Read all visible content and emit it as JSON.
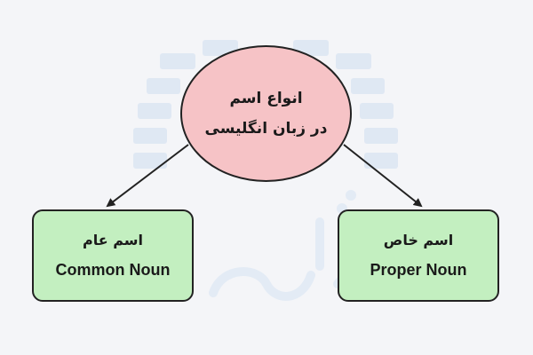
{
  "root": {
    "line1": "انواع اسم",
    "line2": "در زبان انگلیسی"
  },
  "children": [
    {
      "fa": "اسم عام",
      "en": "Common Noun"
    },
    {
      "fa": "اسم خاص",
      "en": "Proper Noun"
    }
  ],
  "colors": {
    "background": "#f4f5f8",
    "root_fill": "#f6c3c6",
    "child_fill": "#c3efc0",
    "stroke": "#222222",
    "watermark": "#dfe8f3"
  },
  "watermark_icon": "faradars-logo-watermark"
}
